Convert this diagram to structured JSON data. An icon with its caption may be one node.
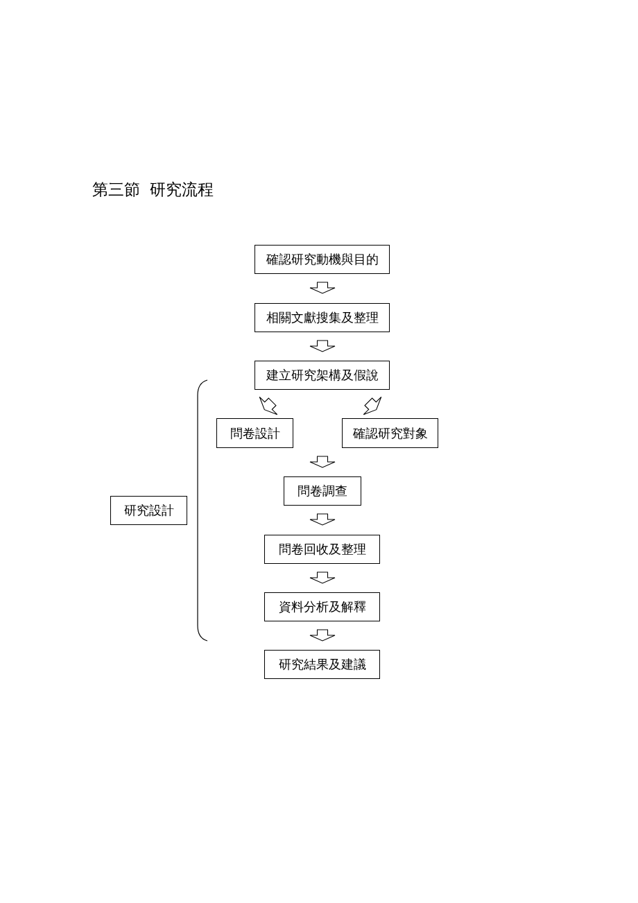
{
  "diagram": {
    "title": "第三節 研究流程",
    "nodes": [
      {
        "text": [
          "確認研究動機與目的"
        ]
      },
      {
        "text": [
          "相關文獻搜集及整理"
        ]
      },
      {
        "text": [
          "建立研究架構及假說"
        ]
      },
      {
        "text": [
          "問卷設計"
        ]
      },
      {
        "text": [
          "確認研究對象"
        ]
      },
      {
        "text": [
          "問卷調查"
        ]
      },
      {
        "text": [
          "問卷回收及整理"
        ]
      },
      {
        "text": [
          "資料分析及解釋"
        ]
      },
      {
        "text": [
          "研究結果及建議"
        ]
      },
      {
        "text": [
          "研究設計"
        ]
      }
    ],
    "edges": [
      {
        "from": 0,
        "to": 1,
        "arrow": "to"
      },
      {
        "from": 1,
        "to": 2,
        "arrow": "to"
      },
      {
        "from": 2,
        "to": 3,
        "arrow": "to"
      },
      {
        "from": 2,
        "to": 4,
        "arrow": "to"
      },
      {
        "from": 3,
        "to": 5,
        "arrow": "to"
      },
      {
        "from": 4,
        "to": 5,
        "arrow": "to"
      },
      {
        "from": 5,
        "to": 6,
        "arrow": "to"
      },
      {
        "from": 6,
        "to": 7,
        "arrow": "to"
      },
      {
        "from": 7,
        "to": 8,
        "arrow": "to"
      }
    ]
  }
}
